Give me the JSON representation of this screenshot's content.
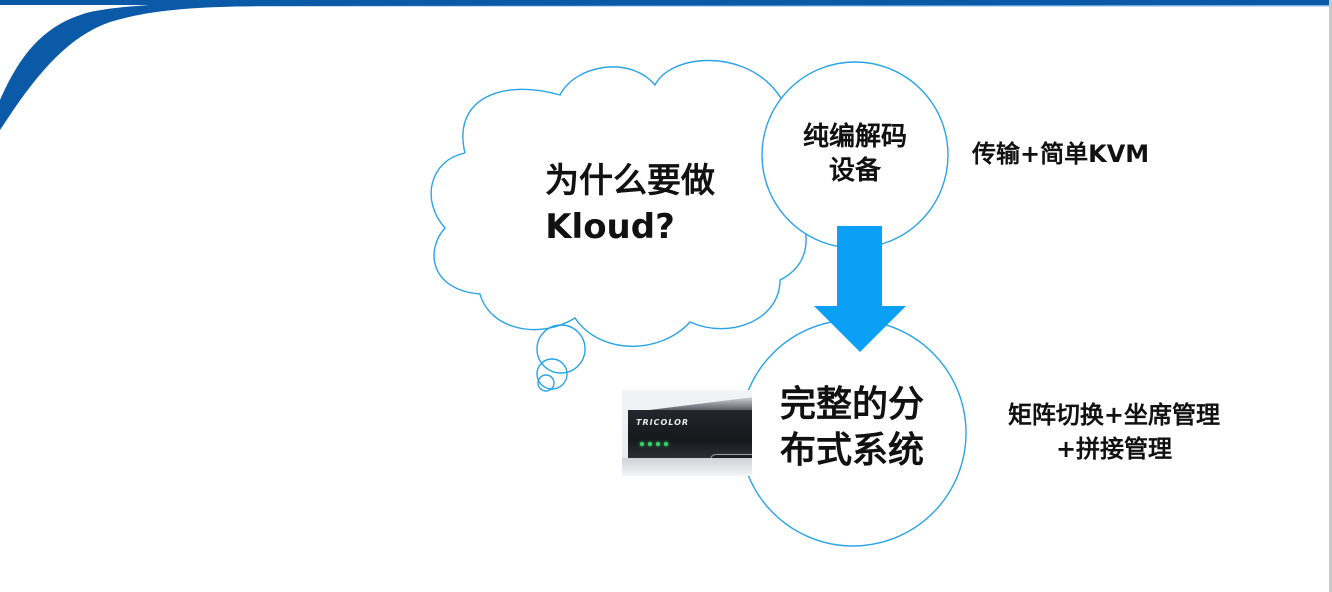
{
  "slide": {
    "accent_color": "#0a5aa8",
    "outline_color": "#2aa3e8",
    "arrow_color": "#0aa0f5"
  },
  "cloud": {
    "title_line1": "为什么要做",
    "title_line2": "Kloud?"
  },
  "flow": {
    "top_circle": {
      "line1": "纯编解码",
      "line2": "设备",
      "side_label": "传输+简单KVM"
    },
    "arrow": {
      "direction": "down"
    },
    "bottom_circle": {
      "line1": "完整的分",
      "line2": "布式系统",
      "side_label_line1": "矩阵切换+坐席管理",
      "side_label_line2": "+拼接管理"
    }
  },
  "device_image": {
    "brand": "TRICOLOR"
  }
}
